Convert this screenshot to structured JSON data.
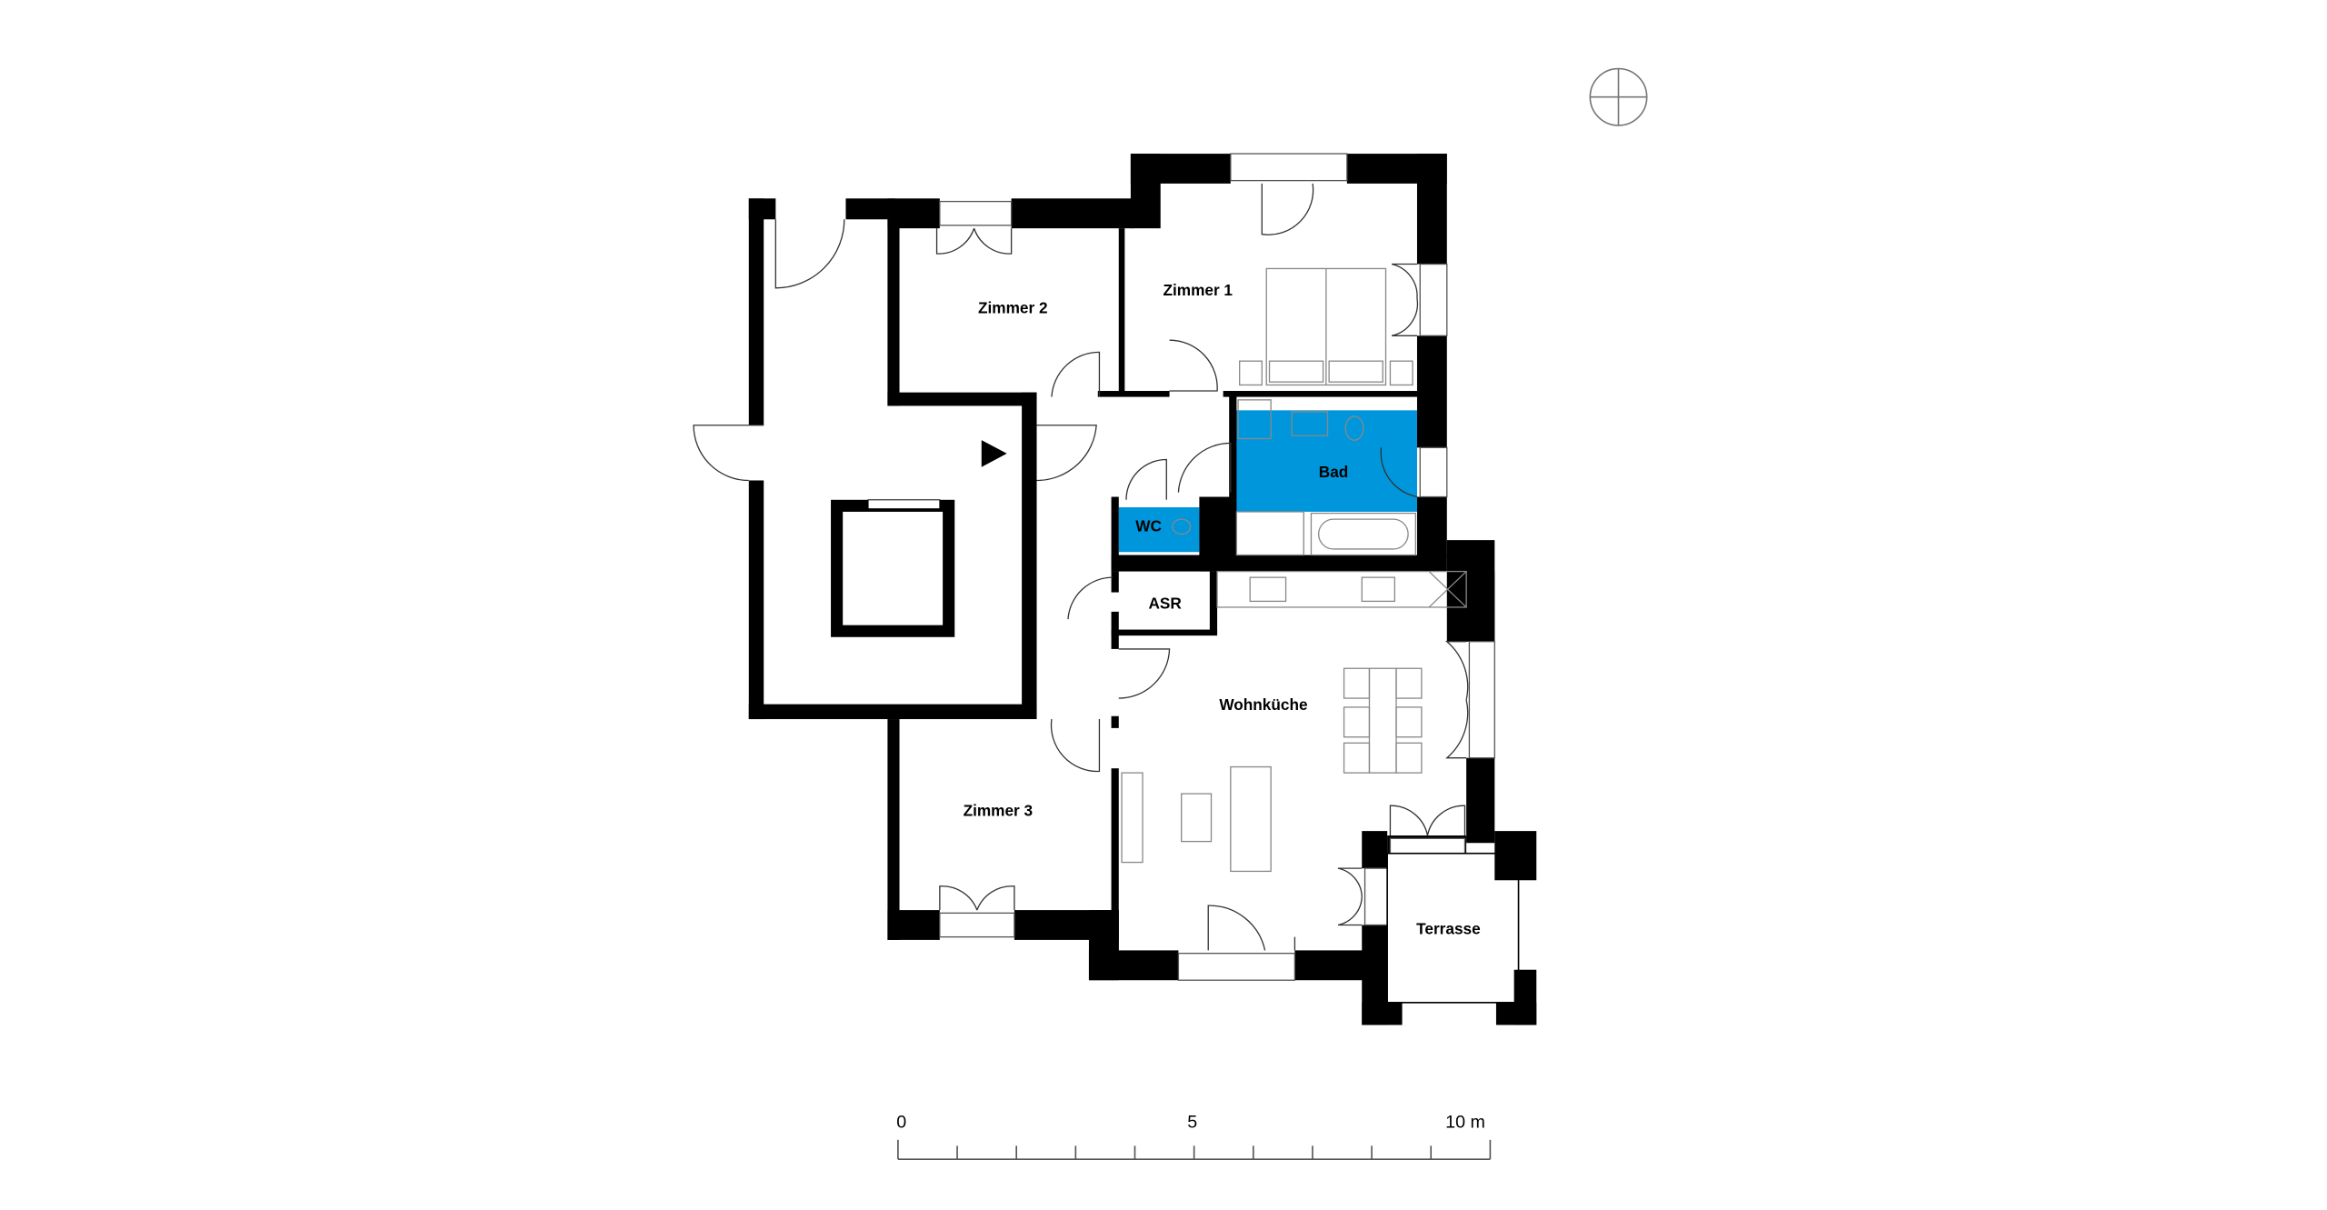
{
  "plan": {
    "rooms": {
      "zimmer1": "Zimmer 1",
      "zimmer2": "Zimmer 2",
      "zimmer3": "Zimmer 3",
      "bad": "Bad",
      "wc": "WC",
      "asr": "ASR",
      "wohnkueche": "Wohnküche",
      "terrasse": "Terrasse"
    },
    "colors": {
      "wet_room": "#0096db",
      "wall": "#000000"
    },
    "icons": [
      "north-compass-icon",
      "entrance-arrow-icon"
    ]
  },
  "scale_bar": {
    "labels": [
      "0",
      "5",
      "10 m"
    ],
    "divisions": 10
  }
}
